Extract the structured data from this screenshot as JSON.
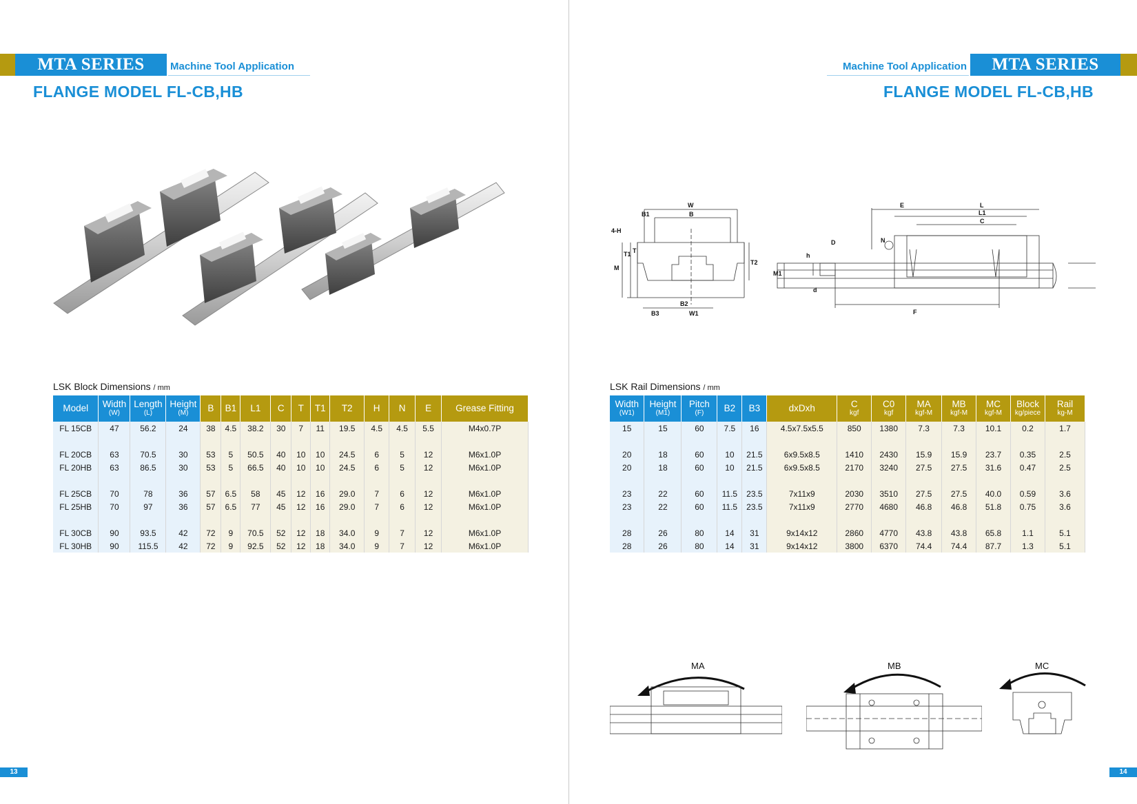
{
  "left": {
    "series": "MTA SERIES",
    "application": "Machine Tool Application",
    "title": "FLANGE MODEL FL-CB,HB",
    "block_table": {
      "caption": "LSK Block Dimensions",
      "unit": "/ mm",
      "headers": [
        {
          "label": "Model",
          "sub": ""
        },
        {
          "label": "Width",
          "sub": "(W)"
        },
        {
          "label": "Length",
          "sub": "(L)"
        },
        {
          "label": "Height",
          "sub": "(M)"
        },
        {
          "label": "B",
          "sub": ""
        },
        {
          "label": "B1",
          "sub": ""
        },
        {
          "label": "L1",
          "sub": ""
        },
        {
          "label": "C",
          "sub": ""
        },
        {
          "label": "T",
          "sub": ""
        },
        {
          "label": "T1",
          "sub": ""
        },
        {
          "label": "T2",
          "sub": ""
        },
        {
          "label": "H",
          "sub": ""
        },
        {
          "label": "N",
          "sub": ""
        },
        {
          "label": "E",
          "sub": ""
        },
        {
          "label": "Grease Fitting",
          "sub": ""
        }
      ],
      "rows": [
        [
          "FL 15CB",
          "47",
          "56.2",
          "24",
          "38",
          "4.5",
          "38.2",
          "30",
          "7",
          "11",
          "19.5",
          "4.5",
          "4.5",
          "5.5",
          "M4x0.7P"
        ],
        [
          "FL 20CB",
          "63",
          "70.5",
          "30",
          "53",
          "5",
          "50.5",
          "40",
          "10",
          "10",
          "24.5",
          "6",
          "5",
          "12",
          "M6x1.0P"
        ],
        [
          "FL 20HB",
          "63",
          "86.5",
          "30",
          "53",
          "5",
          "66.5",
          "40",
          "10",
          "10",
          "24.5",
          "6",
          "5",
          "12",
          "M6x1.0P"
        ],
        [
          "FL 25CB",
          "70",
          "78",
          "36",
          "57",
          "6.5",
          "58",
          "45",
          "12",
          "16",
          "29.0",
          "7",
          "6",
          "12",
          "M6x1.0P"
        ],
        [
          "FL 25HB",
          "70",
          "97",
          "36",
          "57",
          "6.5",
          "77",
          "45",
          "12",
          "16",
          "29.0",
          "7",
          "6",
          "12",
          "M6x1.0P"
        ],
        [
          "FL 30CB",
          "90",
          "93.5",
          "42",
          "72",
          "9",
          "70.5",
          "52",
          "12",
          "18",
          "34.0",
          "9",
          "7",
          "12",
          "M6x1.0P"
        ],
        [
          "FL 30HB",
          "90",
          "115.5",
          "42",
          "72",
          "9",
          "92.5",
          "52",
          "12",
          "18",
          "34.0",
          "9",
          "7",
          "12",
          "M6x1.0P"
        ]
      ]
    },
    "page_number": "13"
  },
  "right": {
    "series": "MTA SERIES",
    "application": "Machine Tool Application",
    "title": "FLANGE MODEL FL-CB,HB",
    "drawing_labels": {
      "W": "W",
      "B": "B",
      "B1": "B1",
      "H4": "4-H",
      "T": "T",
      "T1": "T1",
      "T2": "T2",
      "M": "M",
      "B2": "B2",
      "B3": "B3",
      "W1": "W1",
      "E": "E",
      "L": "L",
      "L1": "L1",
      "C": "C",
      "N": "N",
      "D": "D",
      "h": "h",
      "M1": "M1",
      "d": "d",
      "F": "F"
    },
    "rail_table": {
      "caption": "LSK Rail Dimensions",
      "unit": "/ mm",
      "headers": [
        {
          "label": "Width",
          "sub": "(W1)"
        },
        {
          "label": "Height",
          "sub": "(M1)"
        },
        {
          "label": "Pitch",
          "sub": "(F)"
        },
        {
          "label": "B2",
          "sub": ""
        },
        {
          "label": "B3",
          "sub": ""
        },
        {
          "label": "dxDxh",
          "sub": ""
        },
        {
          "label": "C",
          "sub": "kgf"
        },
        {
          "label": "C0",
          "sub": "kgf"
        },
        {
          "label": "MA",
          "sub": "kgf-M"
        },
        {
          "label": "MB",
          "sub": "kgf-M"
        },
        {
          "label": "MC",
          "sub": "kgf-M"
        },
        {
          "label": "Block",
          "sub": "kg/piece"
        },
        {
          "label": "Rail",
          "sub": "kg-M"
        }
      ],
      "rows": [
        [
          "15",
          "15",
          "60",
          "7.5",
          "16",
          "4.5x7.5x5.5",
          "850",
          "1380",
          "7.3",
          "7.3",
          "10.1",
          "0.2",
          "1.7"
        ],
        [
          "20",
          "18",
          "60",
          "10",
          "21.5",
          "6x9.5x8.5",
          "1410",
          "2430",
          "15.9",
          "15.9",
          "23.7",
          "0.35",
          "2.5"
        ],
        [
          "20",
          "18",
          "60",
          "10",
          "21.5",
          "6x9.5x8.5",
          "2170",
          "3240",
          "27.5",
          "27.5",
          "31.6",
          "0.47",
          "2.5"
        ],
        [
          "23",
          "22",
          "60",
          "11.5",
          "23.5",
          "7x11x9",
          "2030",
          "3510",
          "27.5",
          "27.5",
          "40.0",
          "0.59",
          "3.6"
        ],
        [
          "23",
          "22",
          "60",
          "11.5",
          "23.5",
          "7x11x9",
          "2770",
          "4680",
          "46.8",
          "46.8",
          "51.8",
          "0.75",
          "3.6"
        ],
        [
          "28",
          "26",
          "80",
          "14",
          "31",
          "9x14x12",
          "2860",
          "4770",
          "43.8",
          "43.8",
          "65.8",
          "1.1",
          "5.1"
        ],
        [
          "28",
          "26",
          "80",
          "14",
          "31",
          "9x14x12",
          "3800",
          "6370",
          "74.4",
          "74.4",
          "87.7",
          "1.3",
          "5.1"
        ]
      ]
    },
    "moment_labels": [
      "MA",
      "MB",
      "MC"
    ],
    "page_number": "14"
  },
  "colors": {
    "accent_blue": "#1a8fd6",
    "accent_gold": "#b59a10",
    "row_blue": "#e7f2fb",
    "row_gold": "#f4f1e2"
  }
}
